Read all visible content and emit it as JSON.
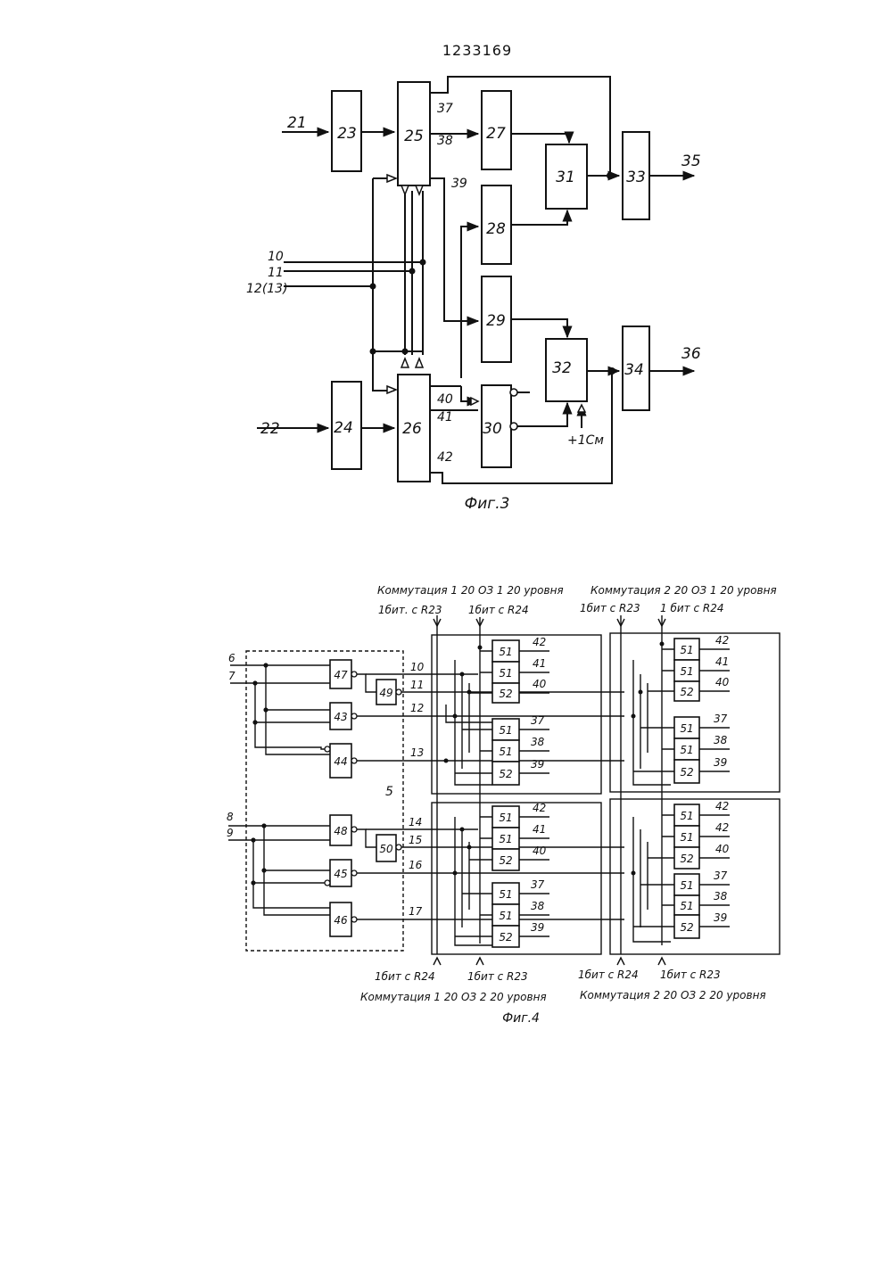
{
  "header": {
    "doc_number": "1233169"
  },
  "fig3": {
    "caption": "Фиг.3",
    "inputs": {
      "a": "21",
      "b": "22",
      "c10": "10",
      "c11": "11",
      "c12": "12(13)"
    },
    "outputs": {
      "a": "35",
      "b": "36"
    },
    "blocks": {
      "b23": "23",
      "b24": "24",
      "b25": "25",
      "b26": "26",
      "b27": "27",
      "b28": "28",
      "b29": "29",
      "b30": "30",
      "b31": "31",
      "b32": "32",
      "b33": "33",
      "b34": "34"
    },
    "pins": {
      "p37": "37",
      "p38": "38",
      "p39": "39",
      "p40": "40",
      "p41": "41",
      "p42": "42"
    },
    "clock_label": "+1См"
  },
  "fig4": {
    "caption": "Фиг.4",
    "top_left_title": "Коммутация 1 20 ОЗ 1 20 уровня",
    "top_right_title": "Коммутация 2 20 ОЗ 1 20 уровня",
    "bottom_left_title": "Коммутация 1 20 ОЗ 2 20 уровня",
    "bottom_right_title": "Коммутация 2 20 ОЗ 2 20 уровня",
    "labels": {
      "tl_r23": "1бит. с R23",
      "tl_r24": "1бит с R24",
      "tr_r23": "1бит с R23",
      "tr_r24": "1 бит с R24",
      "bl_r24": "1бит с R24",
      "bl_r23": "1бит с R23",
      "br_r24": "1бит с R24",
      "br_r23": "1бит с R23"
    },
    "inputs": {
      "i6": "6",
      "i7": "7",
      "i8": "8",
      "i9": "9"
    },
    "block5": "5",
    "gates": {
      "g43": "43",
      "g44": "44",
      "g45": "45",
      "g46": "46",
      "g47": "47",
      "g48": "48",
      "g49": "49",
      "g50": "50"
    },
    "lines": {
      "l10": "10",
      "l11": "11",
      "l12": "12",
      "l13": "13",
      "l14": "14",
      "l15": "15",
      "l16": "16",
      "l17": "17"
    },
    "cell_a": "51",
    "cell_b": "52",
    "outs_tl_top": [
      "42",
      "41",
      "40"
    ],
    "outs_tl_bot": [
      "37",
      "38",
      "39"
    ],
    "outs_tr_top": [
      "42",
      "41",
      "40"
    ],
    "outs_tr_bot": [
      "37",
      "38",
      "39"
    ],
    "outs_bl_top": [
      "42",
      "41",
      "40"
    ],
    "outs_bl_bot": [
      "37",
      "38",
      "39"
    ],
    "outs_br_top": [
      "42",
      "42",
      "40"
    ],
    "outs_br_bot": [
      "37",
      "38",
      "39"
    ]
  }
}
